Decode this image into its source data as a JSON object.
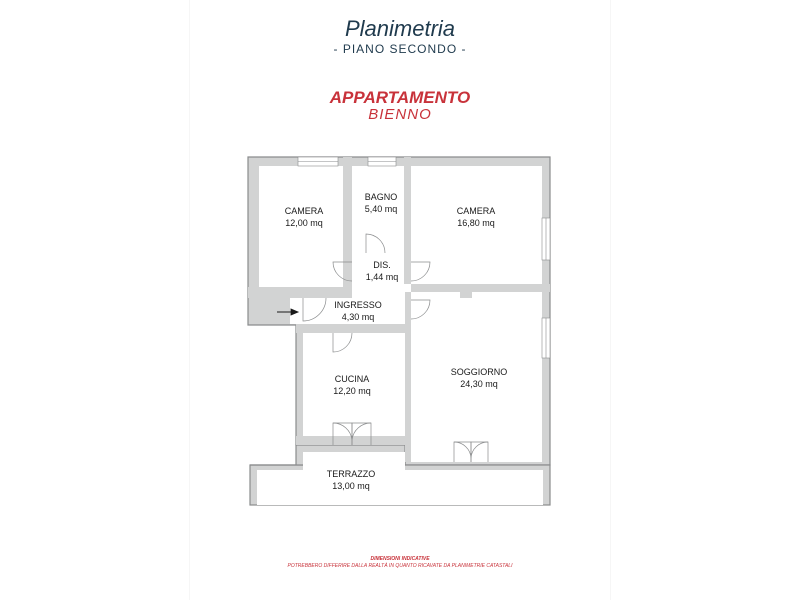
{
  "header": {
    "title": "Planimetria",
    "subtitle": "- PIANO SECONDO -",
    "apartment_label": "APPARTAMENTO",
    "apartment_name": "BIENNO"
  },
  "rooms": [
    {
      "name": "CAMERA",
      "area": "12,00 mq"
    },
    {
      "name": "BAGNO",
      "area": "5,40 mq"
    },
    {
      "name": "CAMERA",
      "area": "16,80 mq"
    },
    {
      "name": "DIS.",
      "area": "1,44 mq"
    },
    {
      "name": "INGRESSO",
      "area": "4,30 mq"
    },
    {
      "name": "CUCINA",
      "area": "12,20 mq"
    },
    {
      "name": "SOGGIORNO",
      "area": "24,30 mq"
    },
    {
      "name": "TERRAZZO",
      "area": "13,00 mq"
    }
  ],
  "footer": {
    "line1": "DIMENSIONI INDICATIVE",
    "line2": "POTREBBERO DIFFERIRE DALLA REALTÀ IN QUANTO RICAVATE DA PLANIMETRIE CATASTALI"
  },
  "colors": {
    "title": "#1f3a4d",
    "accent": "#c8323a",
    "wall": "#d2d3d3",
    "wall_edge": "#8a8c8d"
  }
}
